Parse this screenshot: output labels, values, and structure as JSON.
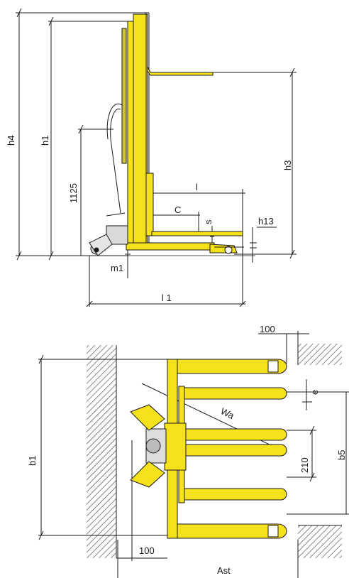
{
  "colors": {
    "yellow": "#f5e21a",
    "outline": "#1a1a1a",
    "hatch": "#444444",
    "background": "#ffffff"
  },
  "side_view": {
    "labels": {
      "h4": "h4",
      "h1": "h1",
      "h3": "h3",
      "d1125": "1125",
      "l": "l",
      "c": "C",
      "s": "s",
      "h13": "h13",
      "m1": "m1",
      "l1": "l 1"
    }
  },
  "top_view": {
    "labels": {
      "d100_top": "100",
      "e": "e",
      "wa": "Wa",
      "b1": "b1",
      "b5": "b5",
      "d210": "210",
      "d100_bottom": "100",
      "ast": "Ast"
    }
  }
}
